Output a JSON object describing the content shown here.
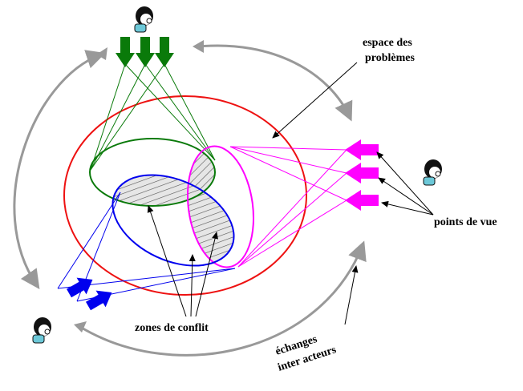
{
  "labels": {
    "problem_space": [
      "espace des",
      "problèmes"
    ],
    "viewpoints": "points de vue",
    "conflict_zones": "zones de conflit",
    "exchanges": [
      "échanges",
      "inter acteurs"
    ]
  },
  "actors": [
    {
      "name": "actor-top",
      "viewpoint_color": "#0a7a0a"
    },
    {
      "name": "actor-right",
      "viewpoint_color": "#ff00ff"
    },
    {
      "name": "actor-bottom-left",
      "viewpoint_color": "#0000ee"
    }
  ],
  "colors": {
    "problem_space": "#ee1111",
    "green_view": "#0a7a0a",
    "magenta_view": "#ff00ff",
    "blue_view": "#0000ee",
    "exchange_arrows": "#999999",
    "conflict_hatch": "#666666"
  },
  "icons": {
    "actor": "thinking-person-icon",
    "viewpoint_arrow": "arrow-icon"
  }
}
